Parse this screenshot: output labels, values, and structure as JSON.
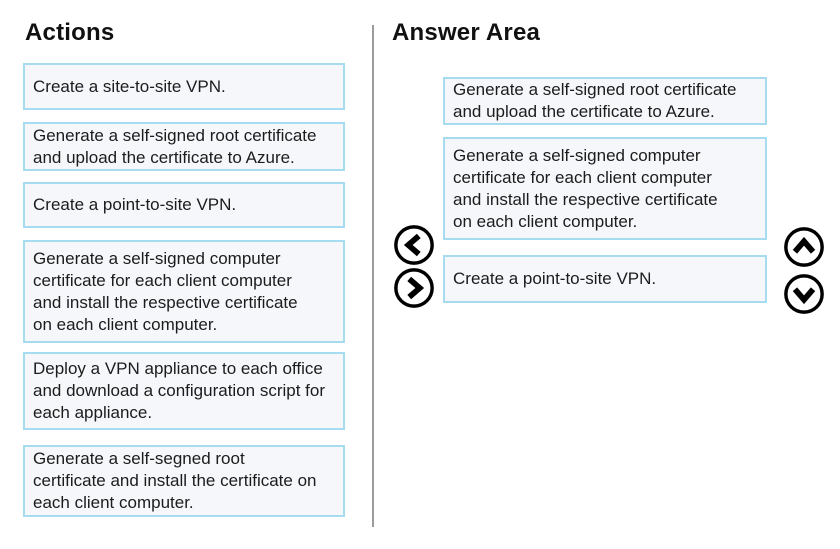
{
  "colors": {
    "box_border": "#a7dcf0",
    "box_fill": "#f5f7fa",
    "divider": "#9b9b9b",
    "text": "#1c1c1c",
    "heading": "#111111",
    "arrow": "#000000"
  },
  "actions_panel": {
    "title": "Actions",
    "items": [
      {
        "lines": [
          "Create a site-to-site VPN."
        ]
      },
      {
        "lines": [
          "Generate a self-signed root certificate",
          "and upload the certificate to Azure."
        ]
      },
      {
        "lines": [
          "Create a point-to-site VPN."
        ]
      },
      {
        "lines": [
          "Generate a self-signed computer",
          "certificate for each client computer",
          "and install the respective certificate",
          "on each client computer."
        ]
      },
      {
        "lines": [
          "Deploy a VPN appliance to each office",
          "and download a configuration script for",
          "each appliance."
        ]
      },
      {
        "lines": [
          "Generate a self-segned root",
          "certificate and install the certificate on",
          "each client computer."
        ]
      }
    ]
  },
  "answer_panel": {
    "title": "Answer Area",
    "items": [
      {
        "lines": [
          "Generate a self-signed root certificate",
          "and upload the certificate to Azure."
        ]
      },
      {
        "lines": [
          "Generate a self-signed computer",
          "certificate for each client computer",
          "and install the respective certificate",
          "on each client computer."
        ]
      },
      {
        "lines": [
          "Create a point-to-site VPN."
        ]
      }
    ]
  },
  "controls": {
    "move_left_icon": "chevron-left",
    "move_right_icon": "chevron-right",
    "move_up_icon": "chevron-up",
    "move_down_icon": "chevron-down"
  }
}
